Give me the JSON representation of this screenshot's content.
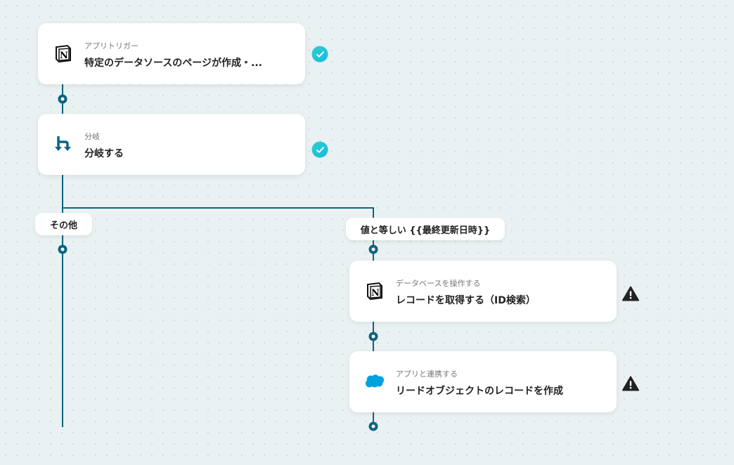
{
  "steps": [
    {
      "subtitle": "アプリトリガー",
      "title": "特定のデータソースのページが作成・...",
      "icon": "notion-icon",
      "status": "complete"
    },
    {
      "subtitle": "分岐",
      "title": "分岐する",
      "icon": "branch-icon",
      "status": "complete"
    },
    {
      "subtitle": "データベースを操作する",
      "title": "レコードを取得する（ID検索）",
      "icon": "notion-icon",
      "status": "warning"
    },
    {
      "subtitle": "アプリと連携する",
      "title": "リードオブジェクトのレコードを作成",
      "icon": "salesforce-icon",
      "status": "warning"
    }
  ],
  "branches": {
    "other": "その他",
    "condition": "値と等しい {{最終更新日時}}"
  },
  "colors": {
    "line": "#0e6480",
    "check": "#1fc3d6",
    "salesforce": "#00a1e0"
  }
}
